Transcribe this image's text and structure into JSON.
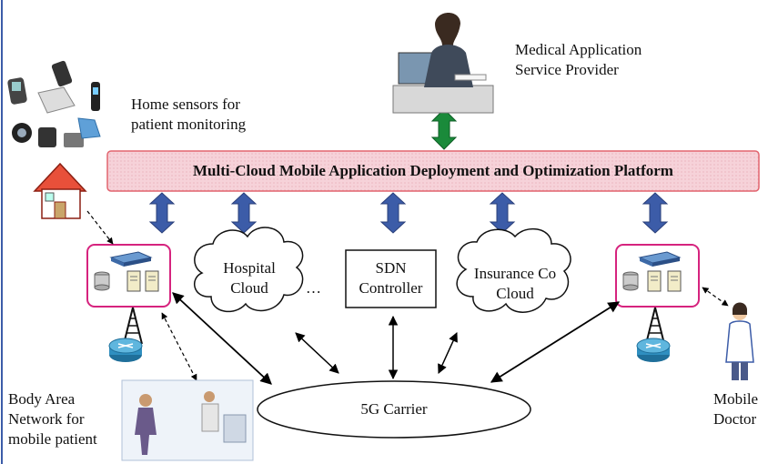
{
  "platform": {
    "title": "Multi-Cloud Mobile Application Deployment and Optimization Platform",
    "fill": "#f6d2d9",
    "border": "#e2646f"
  },
  "provider": {
    "line1": "Medical Application",
    "line2": "Service Provider"
  },
  "home_sensors": {
    "line1": "Home sensors for",
    "line2": "patient monitoring"
  },
  "hospital_cloud": {
    "line1": "Hospital",
    "line2": "Cloud"
  },
  "ellipsis": "…",
  "sdn": {
    "line1": "SDN",
    "line2": "Controller"
  },
  "insurance_cloud": {
    "line1": "Insurance Co",
    "line2": "Cloud"
  },
  "carrier": {
    "label": "5G Carrier"
  },
  "ban": {
    "line1": "Body Area",
    "line2": "Network for",
    "line3": "mobile patient"
  },
  "doctor": {
    "line1": "Mobile",
    "line2": "Doctor"
  },
  "colors": {
    "blue_arrow": "#3c5ca8",
    "green_arrow": "#1a8a3a",
    "edge_box_border": "#d6237e",
    "router": "#2f8fc0"
  }
}
